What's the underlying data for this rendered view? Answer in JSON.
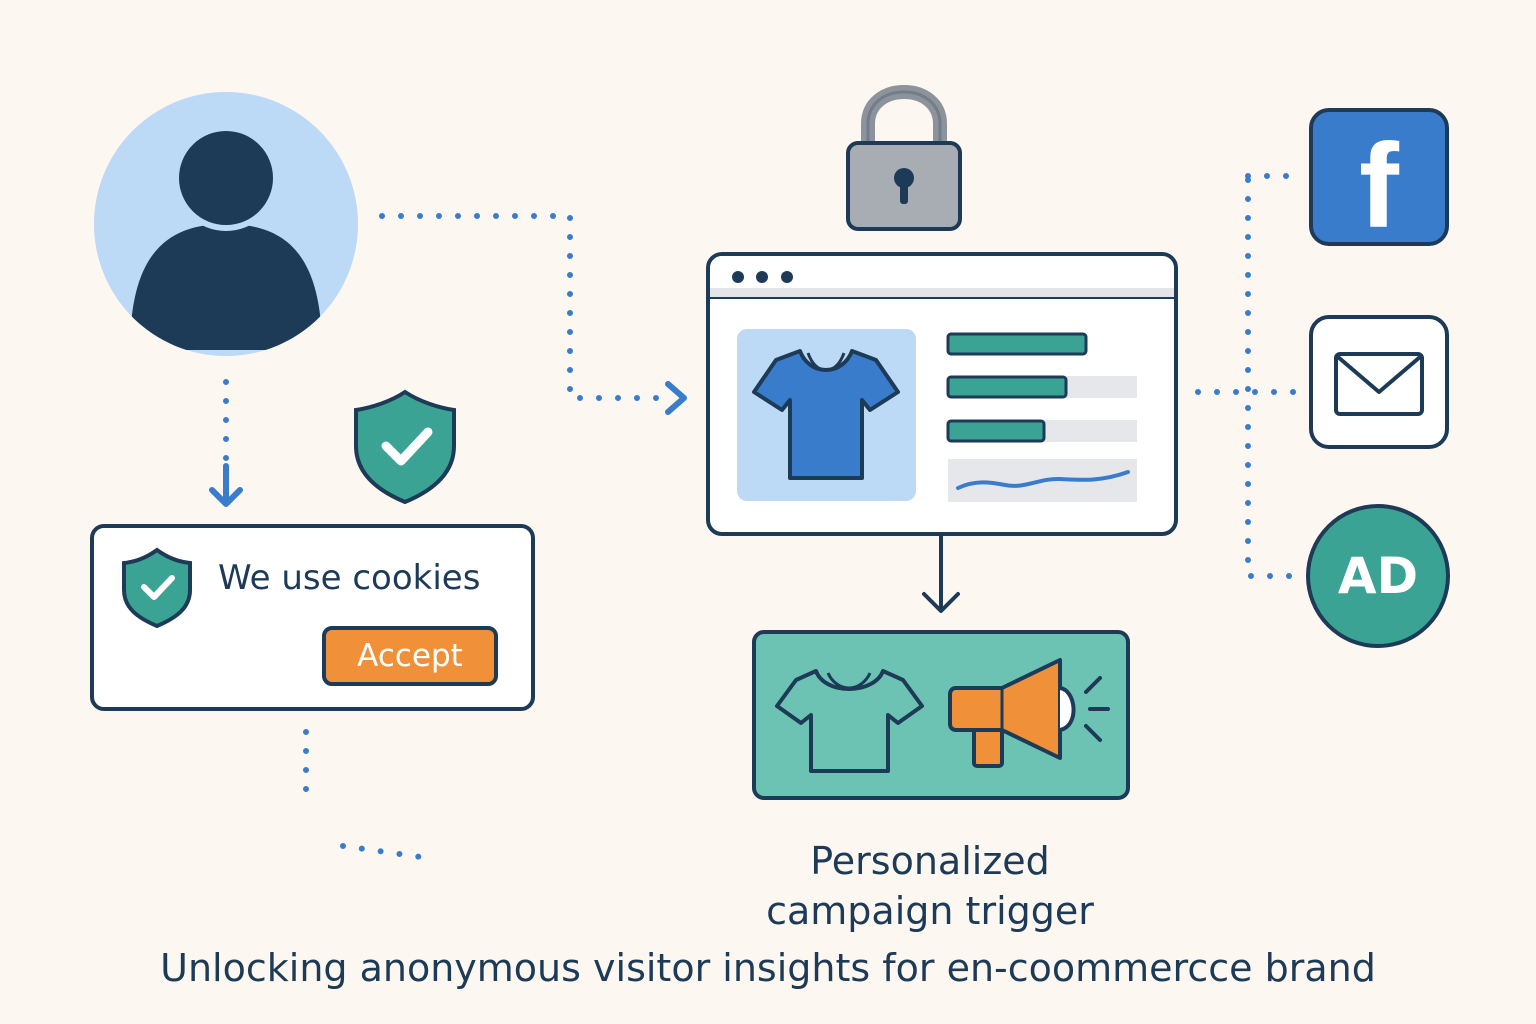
{
  "cookie_banner": {
    "message": "We use cookies",
    "accept_label": "Accept"
  },
  "channels": {
    "facebook_letter": "f",
    "ad_label": "AD"
  },
  "campaign": {
    "caption_line1": "Personalized",
    "caption_line2": "campaign trigger"
  },
  "title": "Unlocking anonymous visitor insights for en-coommercce brand",
  "colors": {
    "background": "#fcf7f0",
    "navy": "#1d3a57",
    "blue": "#3a7ccc",
    "light_blue": "#bcd9f5",
    "teal": "#3aa393",
    "teal_light": "#6cc3b4",
    "orange": "#f0913a",
    "gray": "#a8adb4"
  },
  "icons": [
    "visitor-avatar-icon",
    "lock-icon",
    "shield-check-icon",
    "tshirt-icon",
    "megaphone-icon",
    "facebook-icon",
    "email-icon",
    "ad-icon"
  ]
}
